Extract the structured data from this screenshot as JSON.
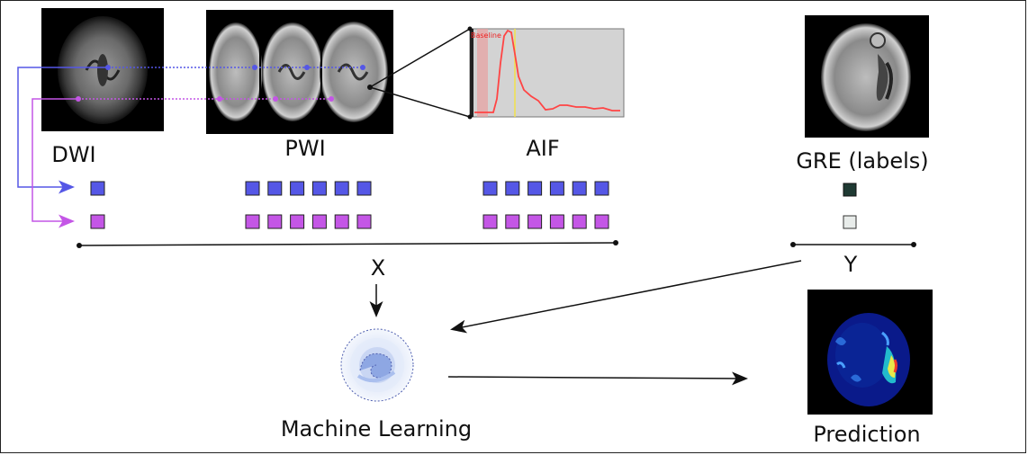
{
  "labels": {
    "dwi": "DWI",
    "pwi": "PWI",
    "aif": "AIF",
    "gre": "GRE (labels)",
    "x": "X",
    "y": "Y",
    "ml": "Machine Learning",
    "prediction": "Prediction"
  },
  "aif_chart": {
    "baseline_label": "Baseline"
  },
  "colors": {
    "blue_voxel": "#5557e6",
    "magenta_voxel": "#c456e6",
    "label_dark": "#1f3a33",
    "label_light": "#e8ecea",
    "curve": "#ff4444"
  },
  "feature_counts": {
    "dwi": 1,
    "pwi": 6,
    "aif": 6
  }
}
